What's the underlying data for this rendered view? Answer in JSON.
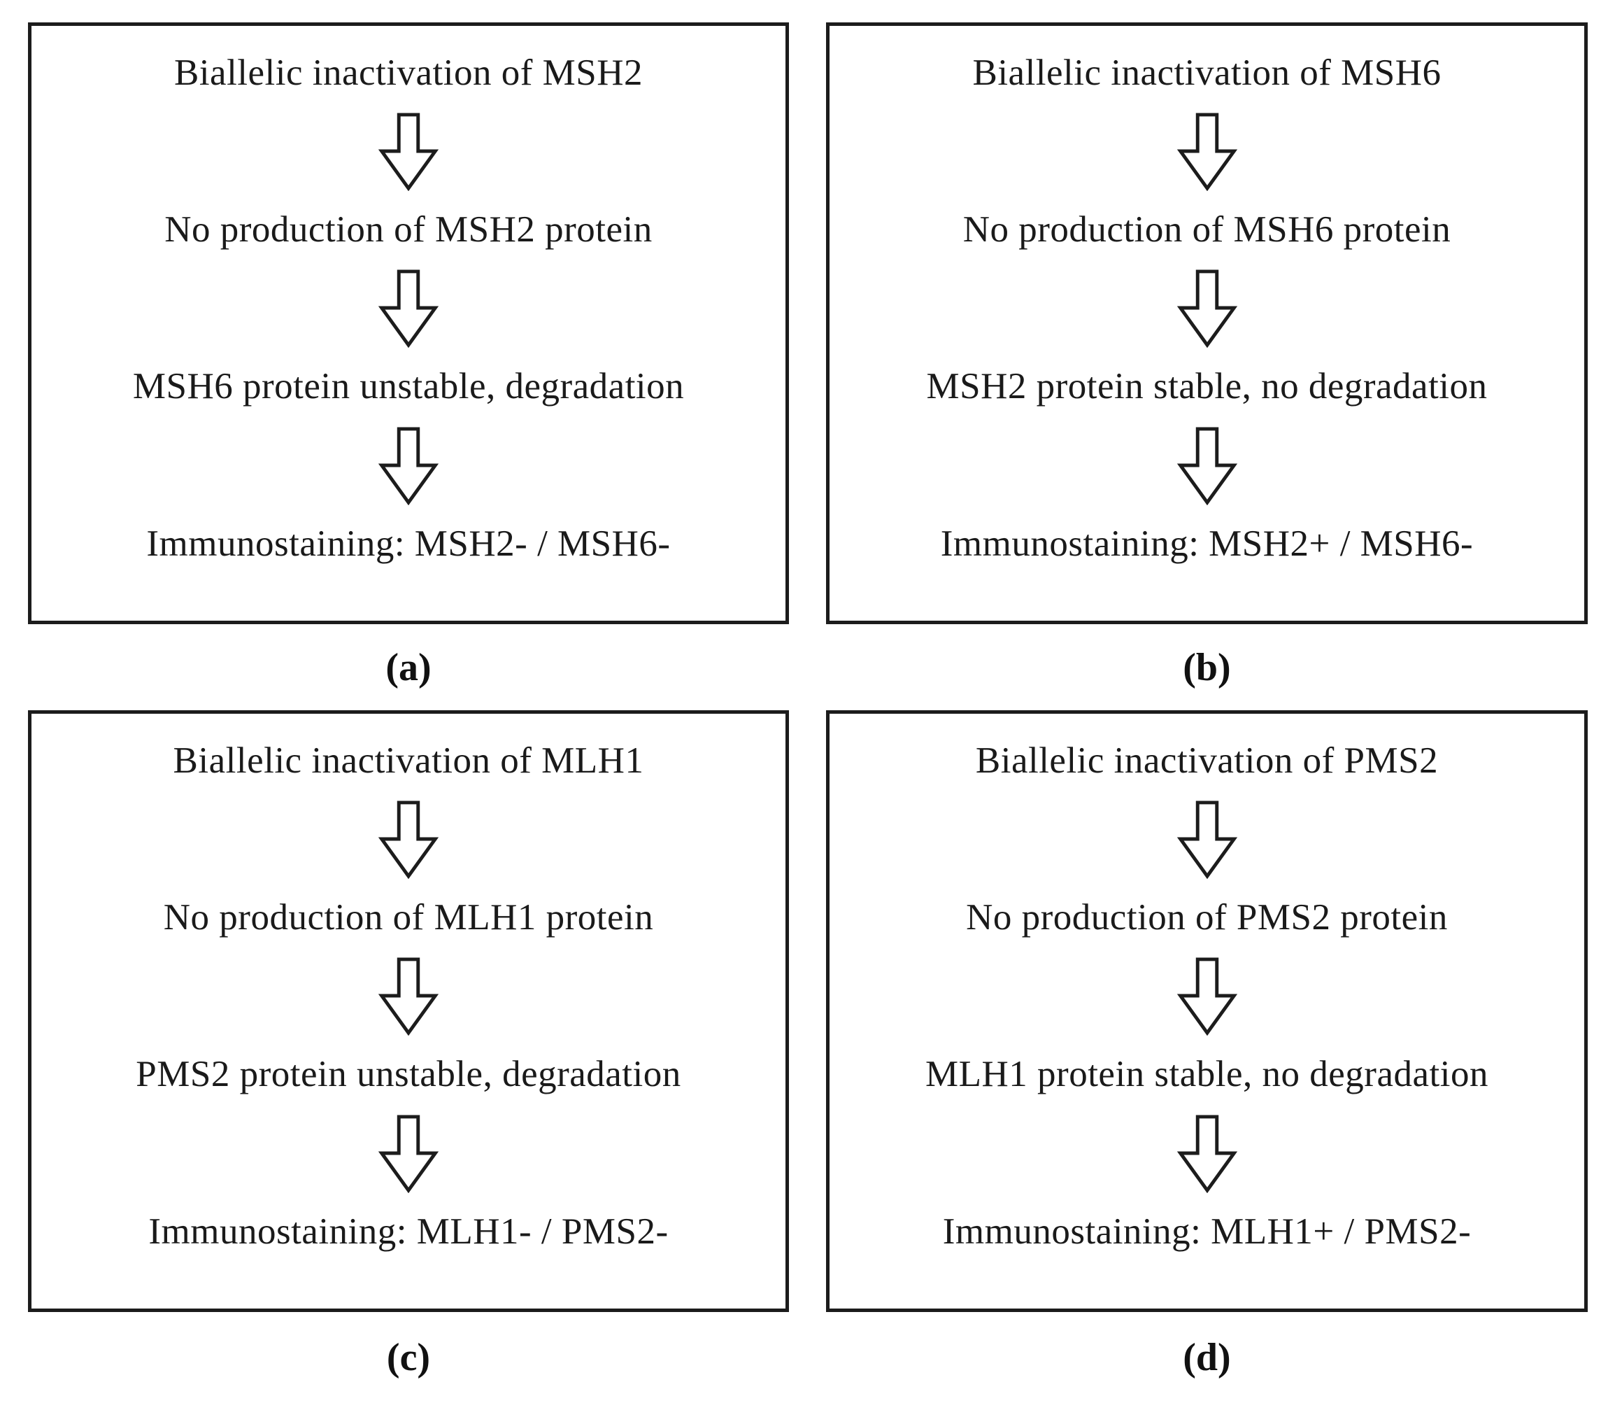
{
  "figure": {
    "type": "flowchart-4panel",
    "colors": {
      "background": "#ffffff",
      "box_border": "#1c1c1c",
      "text": "#1a1a1a",
      "arrow_fill": "#ffffff",
      "arrow_outline": "#1c1c1c"
    },
    "panels": [
      {
        "id": "a",
        "label": "(a)",
        "steps": [
          "Biallelic inactivation of MSH2",
          "No production of MSH2 protein",
          "MSH6 protein unstable, degradation",
          "Immunostaining: MSH2- / MSH6-"
        ]
      },
      {
        "id": "b",
        "label": "(b)",
        "steps": [
          "Biallelic inactivation of MSH6",
          "No production of MSH6 protein",
          "MSH2 protein stable, no degradation",
          "Immunostaining: MSH2+ / MSH6-"
        ]
      },
      {
        "id": "c",
        "label": "(c)",
        "steps": [
          "Biallelic inactivation of MLH1",
          "No production of MLH1 protein",
          "PMS2 protein unstable, degradation",
          "Immunostaining: MLH1- / PMS2-"
        ]
      },
      {
        "id": "d",
        "label": "(d)",
        "steps": [
          "Biallelic inactivation of PMS2",
          "No production of PMS2 protein",
          "MLH1 protein stable, no degradation",
          "Immunostaining: MLH1+ / PMS2-"
        ]
      }
    ]
  }
}
